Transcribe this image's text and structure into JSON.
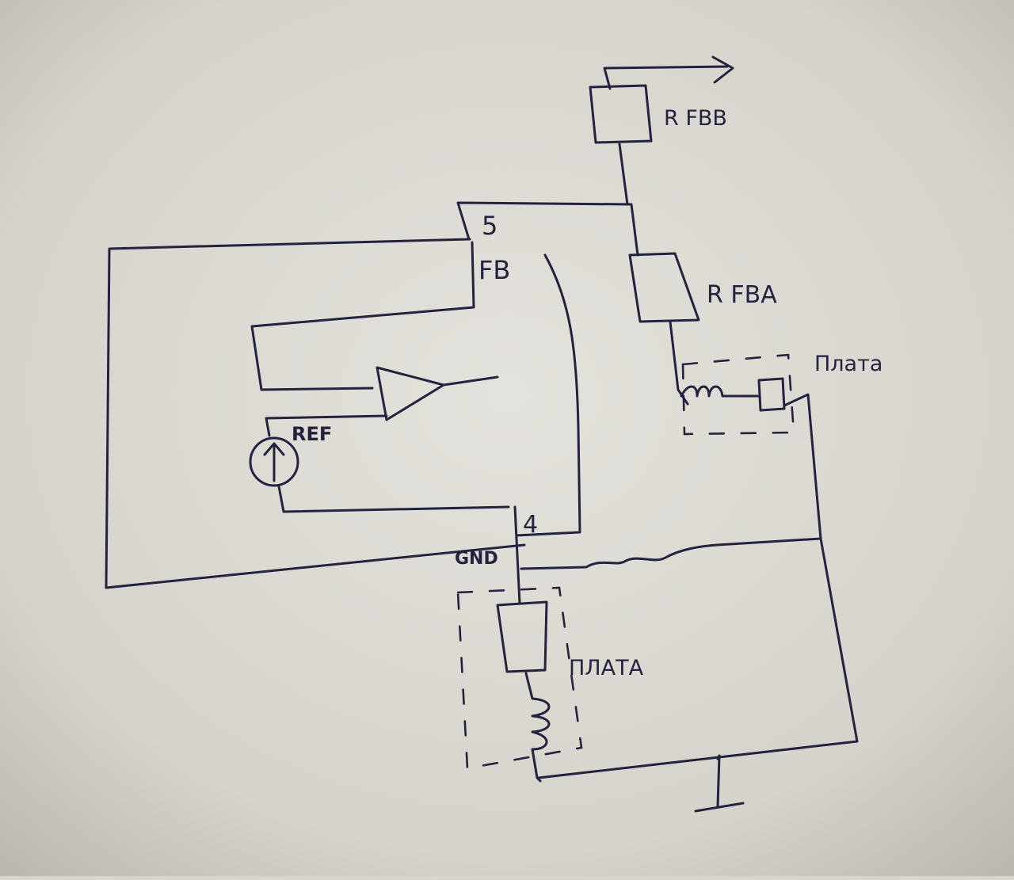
{
  "labels": {
    "rfbb": "R FBB",
    "rfba": "R FBA",
    "pin5": "5",
    "fb": "FB",
    "ref": "REF",
    "pin4": "4",
    "gnd": "GND",
    "plata_top": "Плата",
    "plata_bottom": "ПЛАТА"
  },
  "colors": {
    "paper": "#d8d5cf",
    "ink": "#23233f"
  }
}
